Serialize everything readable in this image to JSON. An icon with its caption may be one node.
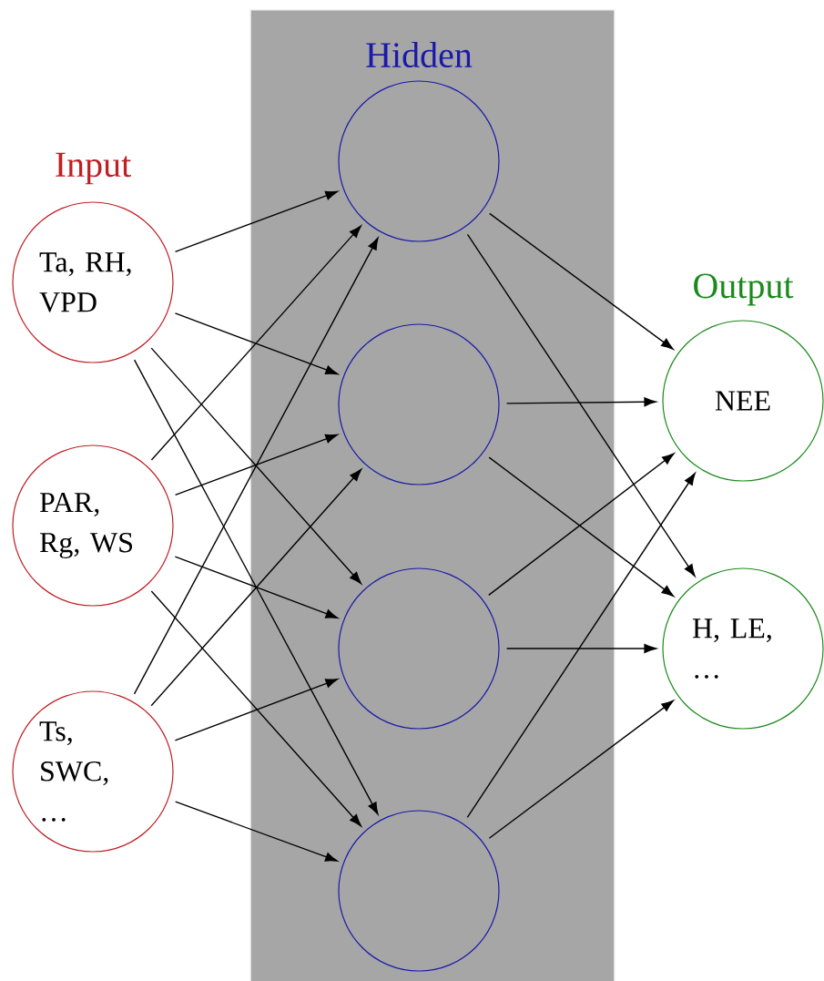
{
  "diagram": {
    "nodes": [
      {
        "text": [
          "Hidden"
        ]
      },
      {
        "text": [
          "Ta, RH, VPD"
        ]
      },
      {
        "text": [
          "PAR, Rg, WS"
        ]
      },
      {
        "text": [
          "Ts, SWC, …"
        ]
      },
      {
        "text": [],
        "shape": "circle",
        "in": 0
      },
      {
        "text": [],
        "shape": "circle",
        "in": 0
      },
      {
        "text": [],
        "shape": "circle",
        "in": 0
      },
      {
        "text": [],
        "shape": "circle",
        "in": 0
      },
      {
        "text": [
          "NEE"
        ]
      },
      {
        "text": [
          "H, LE, …"
        ]
      }
    ],
    "edges": [
      {
        "from": 1,
        "to": 4,
        "arrow": "to"
      },
      {
        "from": 1,
        "to": 5,
        "arrow": "to"
      },
      {
        "from": 1,
        "to": 6,
        "arrow": "to"
      },
      {
        "from": 1,
        "to": 7,
        "arrow": "to"
      },
      {
        "from": 2,
        "to": 4,
        "arrow": "to"
      },
      {
        "from": 2,
        "to": 5,
        "arrow": "to"
      },
      {
        "from": 2,
        "to": 6,
        "arrow": "to"
      },
      {
        "from": 2,
        "to": 7,
        "arrow": "to"
      },
      {
        "from": 3,
        "to": 4,
        "arrow": "to"
      },
      {
        "from": 3,
        "to": 5,
        "arrow": "to"
      },
      {
        "from": 3,
        "to": 6,
        "arrow": "to"
      },
      {
        "from": 3,
        "to": 7,
        "arrow": "to"
      },
      {
        "from": 4,
        "to": 8,
        "arrow": "to"
      },
      {
        "from": 4,
        "to": 9,
        "arrow": "to"
      },
      {
        "from": 5,
        "to": 8,
        "arrow": "to"
      },
      {
        "from": 5,
        "to": 9,
        "arrow": "to"
      },
      {
        "from": 6,
        "to": 8,
        "arrow": "to"
      },
      {
        "from": 6,
        "to": 9,
        "arrow": "to"
      },
      {
        "from": 7,
        "to": 8,
        "arrow": "to"
      },
      {
        "from": 7,
        "to": 9,
        "arrow": "to"
      }
    ],
    "labels": [
      "Input",
      "Output"
    ]
  }
}
